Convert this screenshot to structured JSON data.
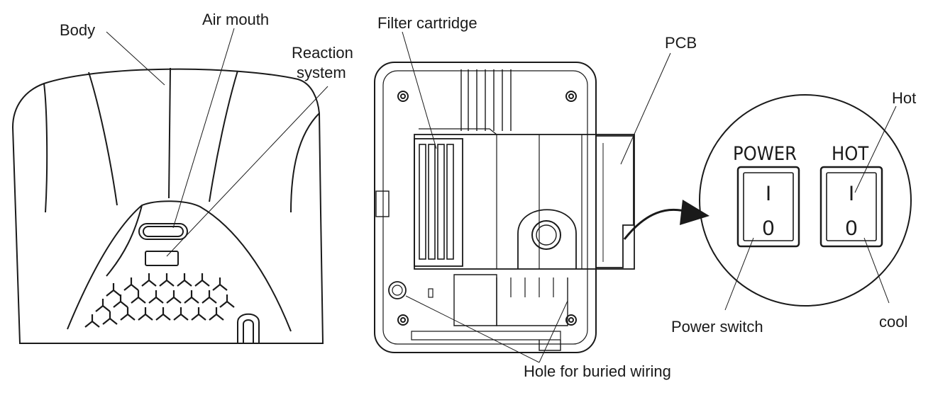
{
  "diagram": {
    "left_unit_labels": {
      "body": "Body",
      "air_mouth": "Air mouth",
      "reaction_system_line1": "Reaction",
      "reaction_system_line2": "system"
    },
    "inner_view_labels": {
      "filter_cartridge": "Filter cartridge",
      "pcb": "PCB",
      "hole_for_buried_wiring": "Hole for buried wiring"
    },
    "switch_panel": {
      "power_title": "POWER",
      "hot_title": "HOT",
      "power_on_symbol": "I",
      "power_off_symbol": "0",
      "hot_on_symbol": "I",
      "hot_off_symbol": "0",
      "hot_label": "Hot",
      "cool_label": "cool",
      "power_switch_label": "Power switch"
    }
  },
  "colors": {
    "line": "#1a1a1a",
    "background": "#ffffff"
  }
}
